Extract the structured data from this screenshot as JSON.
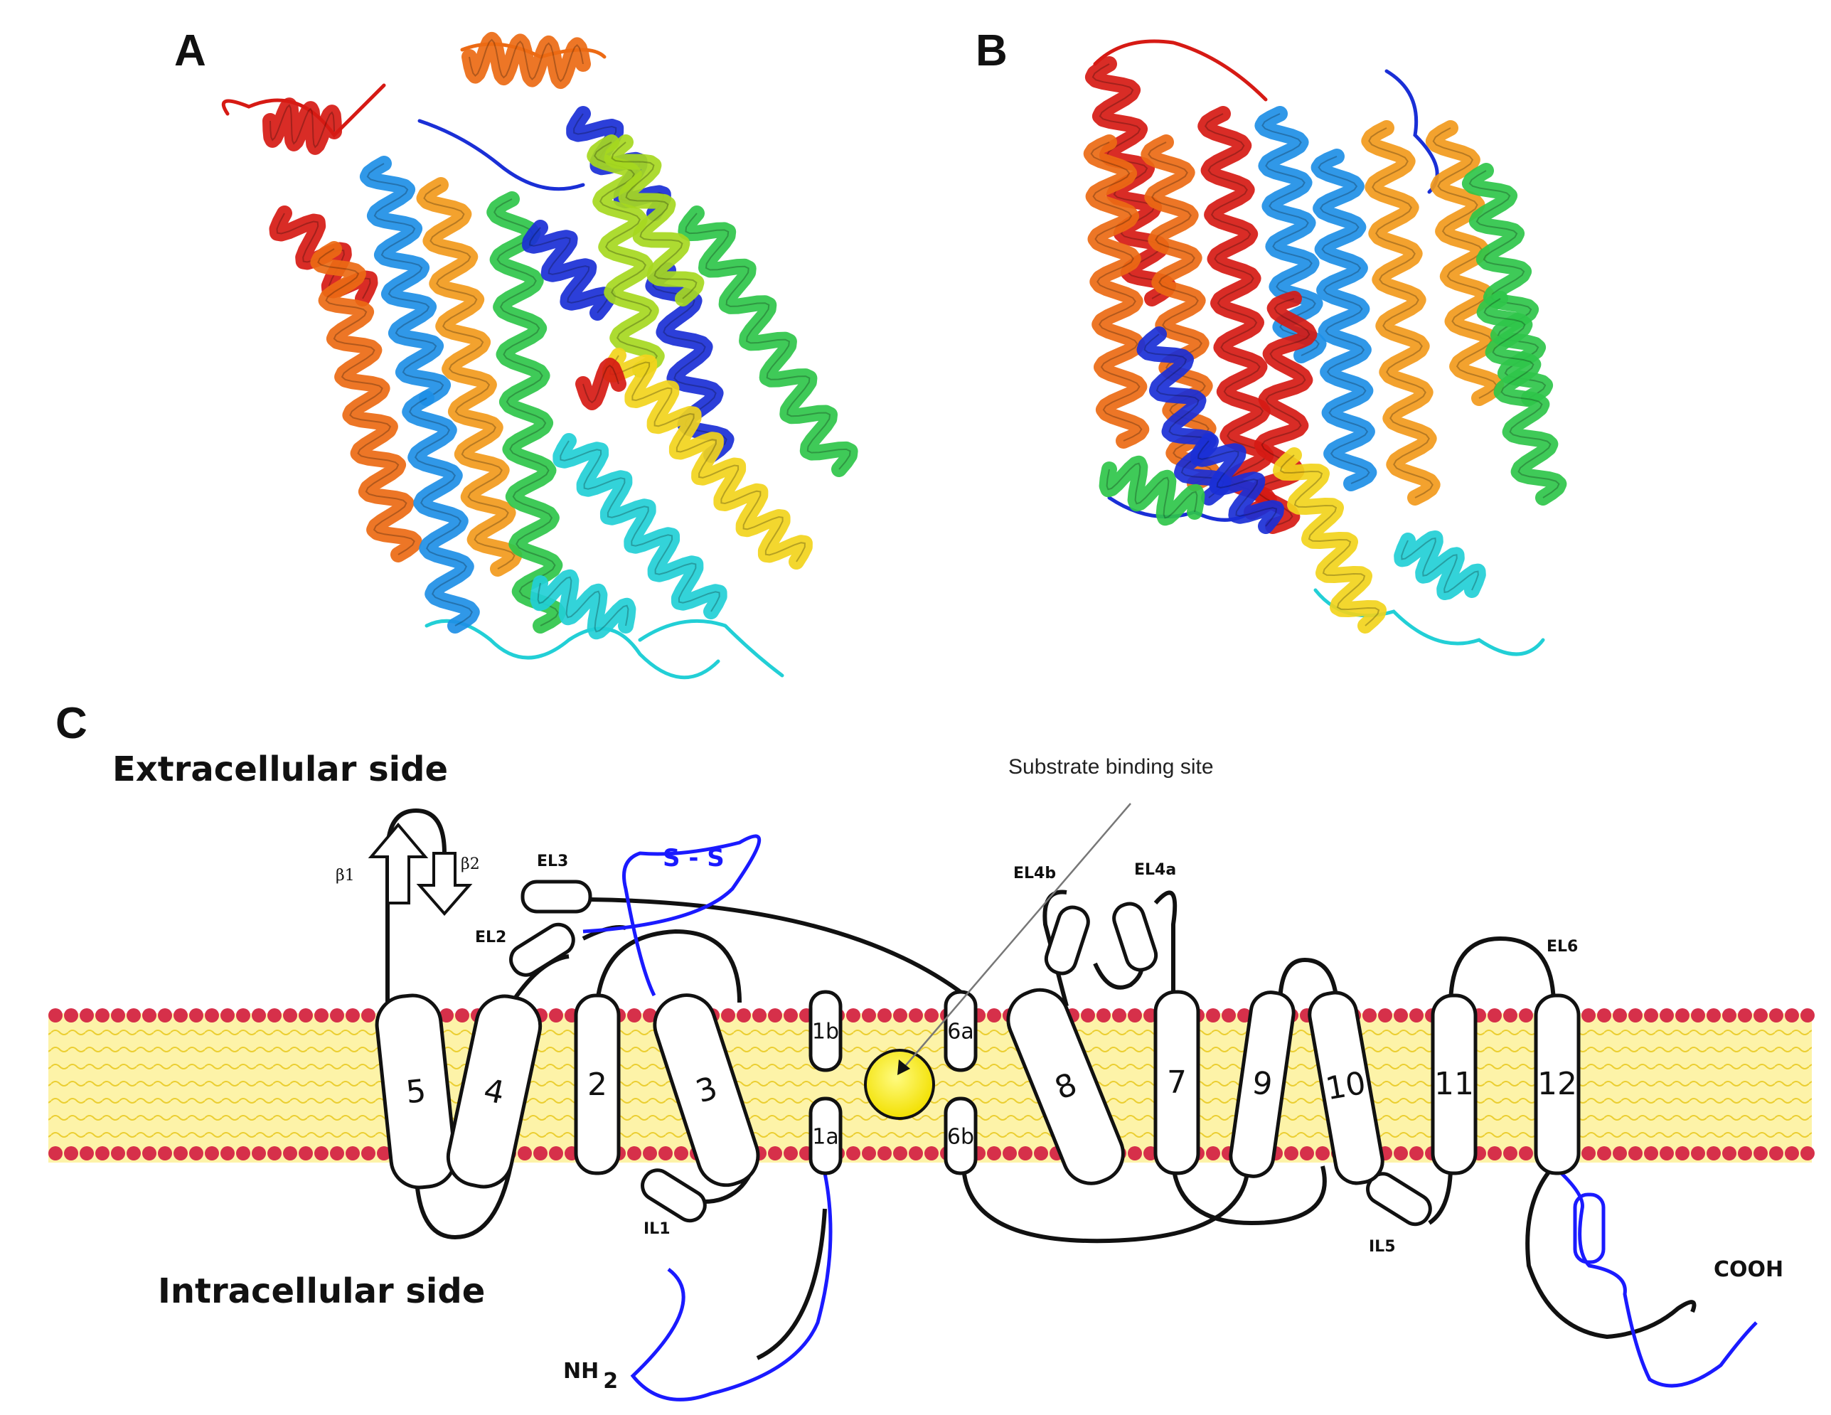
{
  "panels": {
    "a": "A",
    "b": "B",
    "c": "C"
  },
  "topology": {
    "extracellular_label": "Extracellular side",
    "intracellular_label": "Intracellular side",
    "substrate_site_label": "Substrate binding site",
    "helices": [
      "5",
      "4",
      "2",
      "3",
      "1b",
      "1a",
      "6a",
      "6b",
      "8",
      "7",
      "9",
      "10",
      "11",
      "12"
    ],
    "loops": {
      "el2": "EL2",
      "el3": "EL3",
      "el4a": "EL4a",
      "el4b": "EL4b",
      "el6": "EL6",
      "il1": "IL1",
      "il5": "IL5"
    },
    "beta1": "β1",
    "beta2": "β2",
    "disulfide": "S - S",
    "n_terminus_main": "NH",
    "n_terminus_sub": "2",
    "c_terminus": "COOH"
  },
  "colors": {
    "membrane_band": "#fdf3a8",
    "lipid_head": "#d6304a",
    "lipid_tail": "#e8c81c",
    "substrate": "#ffee00",
    "blue_segment": "#1a1aff",
    "structure_rainbow": [
      "#1a2fd6",
      "#1e8fe6",
      "#22cfd6",
      "#2fc64a",
      "#a6d820",
      "#f2d41c",
      "#f29a1c",
      "#ec6a14",
      "#d61a14"
    ]
  }
}
